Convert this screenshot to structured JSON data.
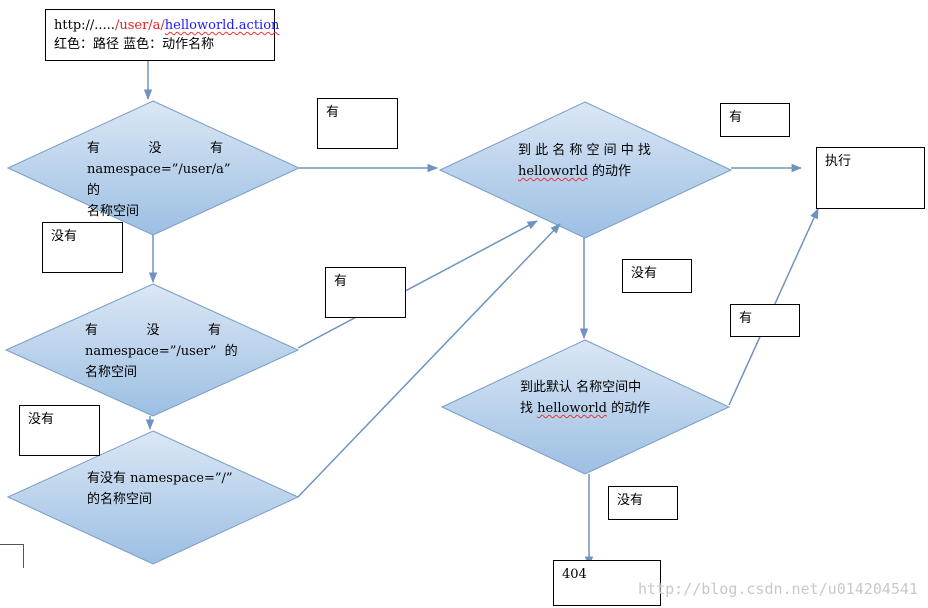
{
  "header_box": {
    "url_prefix": "http://.....",
    "url_path": "/user/a/",
    "url_action": "helloworld.action",
    "legend": "红色：路径 蓝色：动作名称"
  },
  "decisions": {
    "d1": {
      "words": [
        "有",
        "没",
        "有"
      ],
      "line2": "namespace=”/user/a” 的",
      "line3": "名称空间"
    },
    "d2": {
      "words": [
        "有",
        "没",
        "有"
      ],
      "line2": "namespace=”/user”  的",
      "line3": "名称空间"
    },
    "d3": {
      "line1": "有没有 namespace=”/”",
      "line2": "的名称空间"
    },
    "d4": {
      "line1": "到 此 名 称 空 间 中 找",
      "line2_word": "helloworld",
      "line2_rest": " 的动作"
    },
    "d5": {
      "line1": "到此默认 名称空间中",
      "line2_prefix": "找 ",
      "line2_word": "helloworld",
      "line2_rest": " 的动作"
    }
  },
  "labels": {
    "yes_1": "有",
    "yes_2": "有",
    "yes_3": "有",
    "yes_4": "有",
    "no_1": "没有",
    "no_2": "没有",
    "no_3": "没有",
    "no_4": "没有"
  },
  "results": {
    "execute": "执行",
    "not_found": "404"
  },
  "watermark": "http://blog.csdn.net/u014204541",
  "colors": {
    "diamond_top": "#dbe7f5",
    "diamond_bottom": "#9cbfe3",
    "diamond_stroke": "#7a9cc6",
    "arrow": "#6f93c0"
  }
}
